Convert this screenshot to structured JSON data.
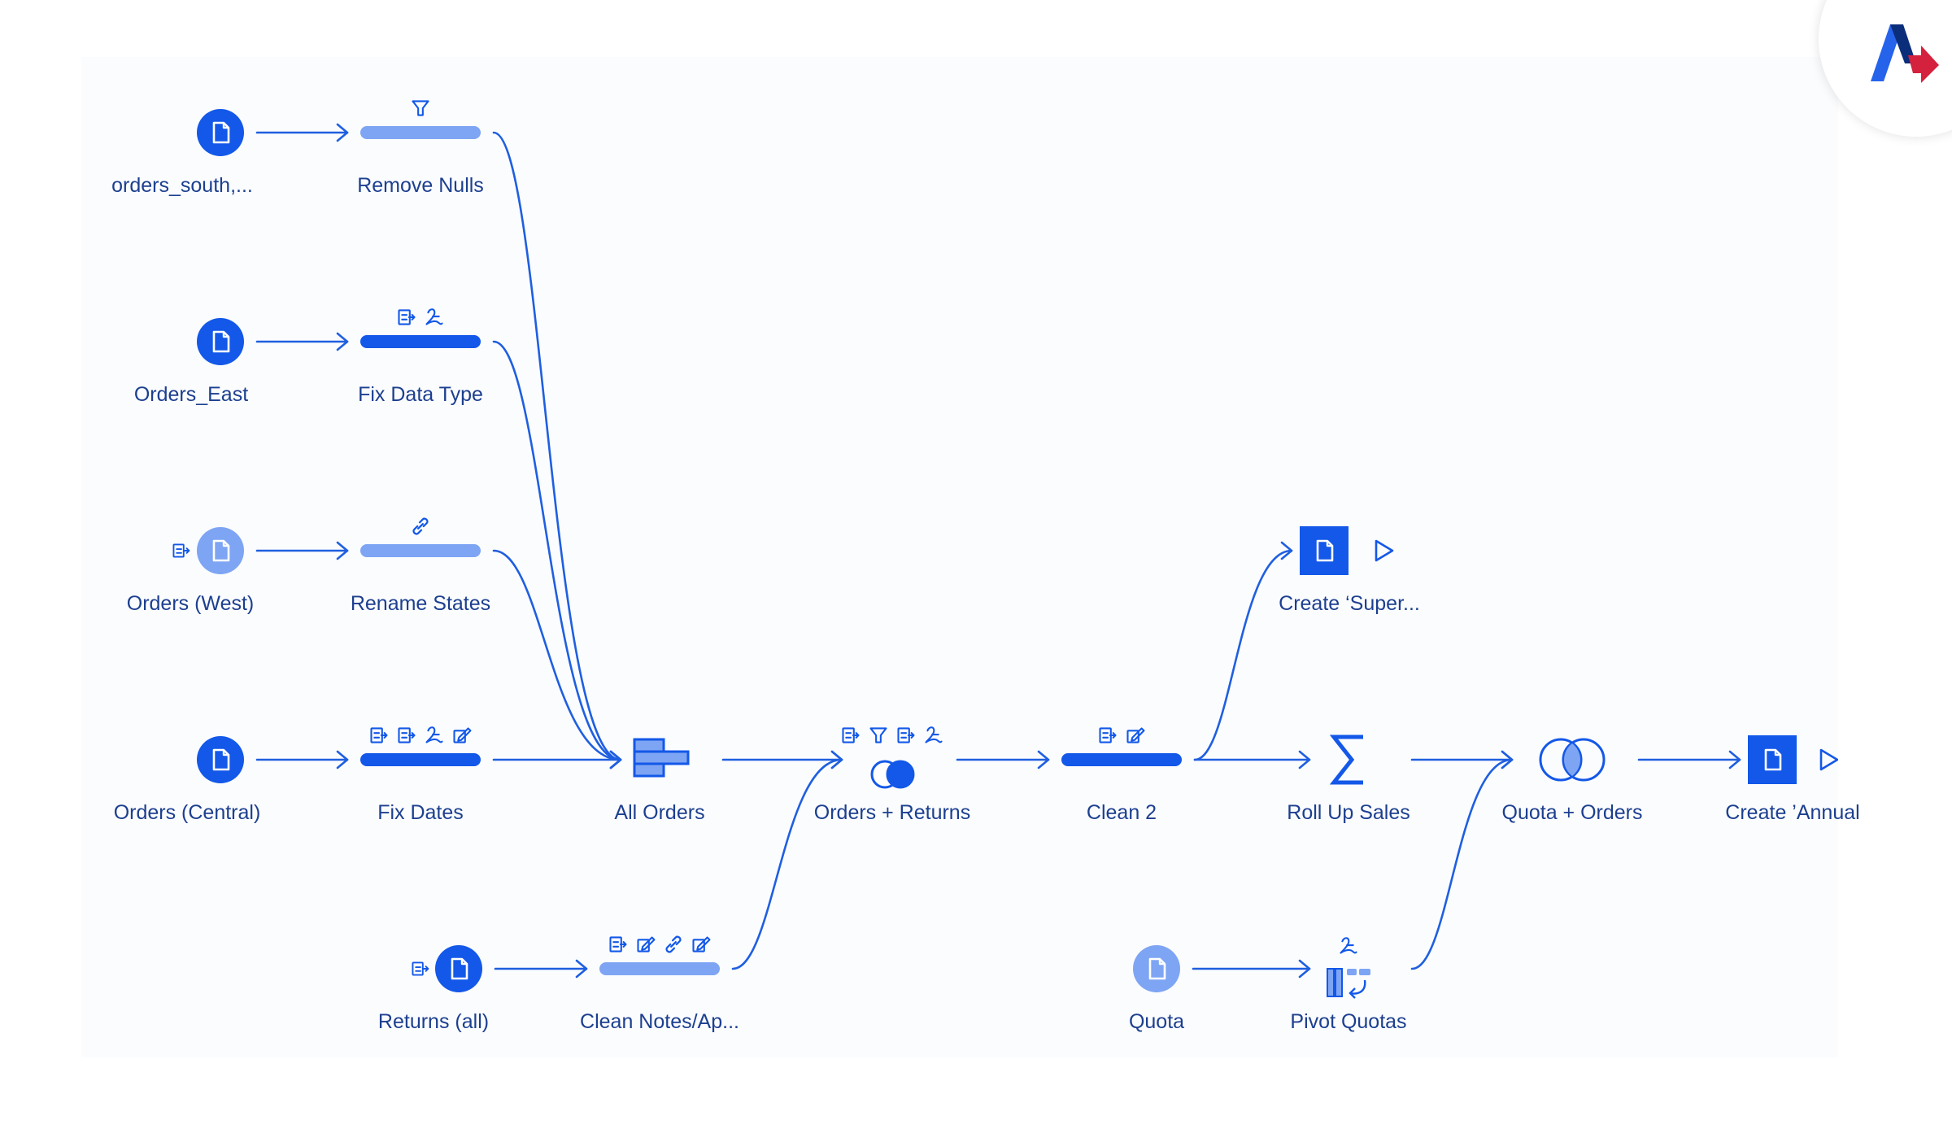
{
  "colors": {
    "accent": "#1358e8",
    "accent_light": "#7ea5f3",
    "line": "#1f5fe0",
    "label": "#1c3f8f",
    "logo_blue": "#2563eb",
    "logo_red": "#d4213d"
  },
  "nodes": {
    "orders_south": {
      "label": "orders_south,...",
      "icon": "file-icon",
      "style": "circle-solid"
    },
    "orders_east": {
      "label": "Orders_East",
      "icon": "file-icon",
      "style": "circle-solid"
    },
    "orders_west": {
      "label": "Orders (West)",
      "icon": "file-icon",
      "style": "circle-light",
      "badge": "input-edit-icon"
    },
    "orders_central": {
      "label": "Orders (Central)",
      "icon": "file-icon",
      "style": "circle-solid"
    },
    "returns_all": {
      "label": "Returns (all)",
      "icon": "file-icon",
      "style": "circle-solid",
      "badge": "input-edit-icon"
    },
    "remove_nulls": {
      "label": "Remove Nulls",
      "style": "bar-light",
      "change_icons": [
        "filter-icon"
      ]
    },
    "fix_data_type": {
      "label": "Fix Data Type",
      "style": "bar-solid",
      "change_icons": [
        "data-type-icon",
        "calculation-icon"
      ]
    },
    "rename_states": {
      "label": "Rename States",
      "style": "bar-light",
      "change_icons": [
        "link-icon"
      ]
    },
    "fix_dates": {
      "label": "Fix Dates",
      "style": "bar-solid",
      "change_icons": [
        "data-type-icon",
        "data-type-icon",
        "calculation-icon",
        "edit-icon"
      ]
    },
    "clean_notes": {
      "label": "Clean Notes/Ap...",
      "style": "bar-light",
      "change_icons": [
        "data-type-icon",
        "edit-icon",
        "link-icon",
        "edit-icon"
      ]
    },
    "all_orders": {
      "label": "All Orders",
      "icon": "union-icon"
    },
    "orders_returns": {
      "label": "Orders + Returns",
      "icon": "join-icon",
      "change_icons": [
        "data-type-icon",
        "filter-icon",
        "data-type-icon",
        "calculation-icon"
      ]
    },
    "clean_2": {
      "label": "Clean 2",
      "style": "bar-solid",
      "change_icons": [
        "data-type-icon",
        "edit-icon"
      ]
    },
    "create_super": {
      "label": "Create ‘Super...",
      "icon": "output-file-icon",
      "run_icon": "play-icon"
    },
    "roll_up_sales": {
      "label": "Roll Up Sales",
      "icon": "sigma-icon"
    },
    "quota": {
      "label": "Quota",
      "icon": "file-icon",
      "style": "circle-light"
    },
    "pivot_quotas": {
      "label": "Pivot Quotas",
      "icon": "pivot-icon",
      "change_icons": [
        "calculation-icon"
      ]
    },
    "quota_orders": {
      "label": "Quota + Orders",
      "icon": "full-join-icon"
    },
    "create_annual": {
      "label": "Create ’Annual",
      "icon": "output-file-icon",
      "run_icon": "play-icon"
    }
  },
  "edges": [
    [
      "orders_south",
      "remove_nulls"
    ],
    [
      "orders_east",
      "fix_data_type"
    ],
    [
      "orders_west",
      "rename_states"
    ],
    [
      "orders_central",
      "fix_dates"
    ],
    [
      "returns_all",
      "clean_notes"
    ],
    [
      "remove_nulls",
      "all_orders"
    ],
    [
      "fix_data_type",
      "all_orders"
    ],
    [
      "rename_states",
      "all_orders"
    ],
    [
      "fix_dates",
      "all_orders"
    ],
    [
      "all_orders",
      "orders_returns"
    ],
    [
      "clean_notes",
      "orders_returns"
    ],
    [
      "orders_returns",
      "clean_2"
    ],
    [
      "clean_2",
      "create_super"
    ],
    [
      "clean_2",
      "roll_up_sales"
    ],
    [
      "roll_up_sales",
      "quota_orders"
    ],
    [
      "quota",
      "pivot_quotas"
    ],
    [
      "pivot_quotas",
      "quota_orders"
    ],
    [
      "quota_orders",
      "create_annual"
    ]
  ]
}
